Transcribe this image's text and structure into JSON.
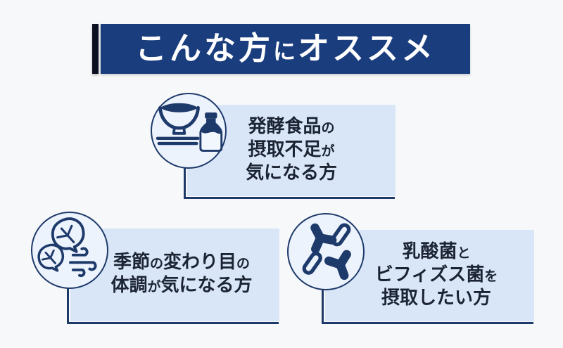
{
  "colors": {
    "bg": "#f7f8f9",
    "banner": "#1a3d7d",
    "accent_bar": "#0b1120",
    "title_text": "#ffffff",
    "plate": "#d9e6f8",
    "circle": "#edf3fc",
    "navy": "#1e3a6b",
    "text": "#1b2433",
    "milk": "#f2f7fd"
  },
  "header": {
    "title_plain": "こんな方にオススメ",
    "title_segments": [
      {
        "t": "こんな方",
        "sz": "lg"
      },
      {
        "t": "に",
        "sz": "sm"
      },
      {
        "t": "オススメ",
        "sz": "lg"
      }
    ]
  },
  "cards": [
    {
      "id": "fermented-foods",
      "icon": "miso-bowl-and-milk-bottle-icon",
      "text_plain": "発酵食品の摂取不足が気になる方",
      "lines": [
        [
          {
            "t": "発酵食品",
            "sz": "lg"
          },
          {
            "t": "の",
            "sz": "sm"
          }
        ],
        [
          {
            "t": "摂取不足",
            "sz": "lg"
          },
          {
            "t": "が",
            "sz": "sm"
          }
        ],
        [
          {
            "t": "気になる方",
            "sz": "lg"
          }
        ]
      ]
    },
    {
      "id": "seasonal-change",
      "icon": "leaves-and-wind-icon",
      "text_plain": "季節の変わり目の体調が気になる方",
      "lines": [
        [
          {
            "t": "季節",
            "sz": "lg"
          },
          {
            "t": "の",
            "sz": "sm"
          },
          {
            "t": "変わり目",
            "sz": "lg"
          },
          {
            "t": "の",
            "sz": "sm"
          }
        ],
        [
          {
            "t": "体調",
            "sz": "lg"
          },
          {
            "t": "が",
            "sz": "sm"
          },
          {
            "t": "気になる方",
            "sz": "lg"
          }
        ]
      ]
    },
    {
      "id": "lactic-bacteria",
      "icon": "bacteria-icon",
      "text_plain": "乳酸菌とビフィズス菌を摂取したい方",
      "lines": [
        [
          {
            "t": "乳酸菌",
            "sz": "lg"
          },
          {
            "t": "と",
            "sz": "sm"
          }
        ],
        [
          {
            "t": "ビフィズス菌",
            "sz": "lg"
          },
          {
            "t": "を",
            "sz": "sm"
          }
        ],
        [
          {
            "t": "摂取したい方",
            "sz": "lg"
          }
        ]
      ]
    }
  ]
}
